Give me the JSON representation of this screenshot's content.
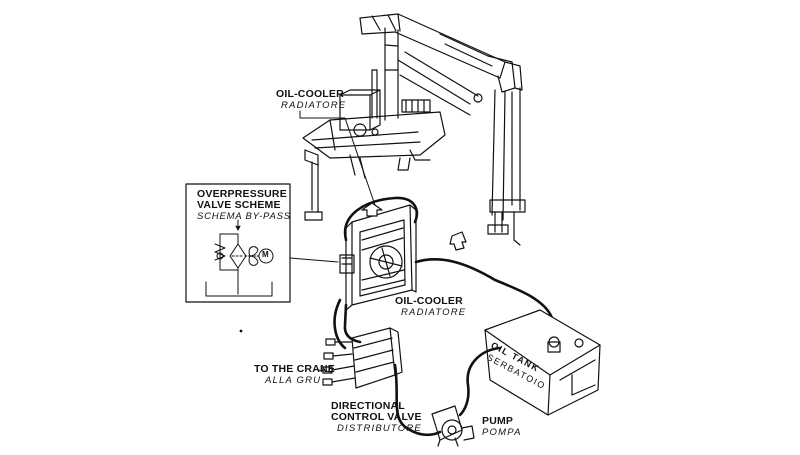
{
  "labels": {
    "oil_cooler_top": {
      "en": "OIL-COOLER",
      "it": "RADIATORE"
    },
    "overpressure": {
      "en_line1": "OVERPRESSURE",
      "en_line2": "VALVE SCHEME",
      "it": "SCHEMA BY-PASS"
    },
    "oil_cooler_mid": {
      "en": "OIL-COOLER",
      "it": "RADIATORE"
    },
    "to_crane": {
      "en": "TO THE CRANE",
      "it": "ALLA GRU"
    },
    "directional": {
      "en_line1": "DIRECTIONAL",
      "en_line2": "CONTROL VALVE",
      "it": "DISTRIBUTORE"
    },
    "pump": {
      "en": "PUMP",
      "it": "POMPA"
    },
    "oil_tank": {
      "en": "OIL TANK",
      "it": "SERBATOIO"
    },
    "motor_symbol": "M"
  }
}
